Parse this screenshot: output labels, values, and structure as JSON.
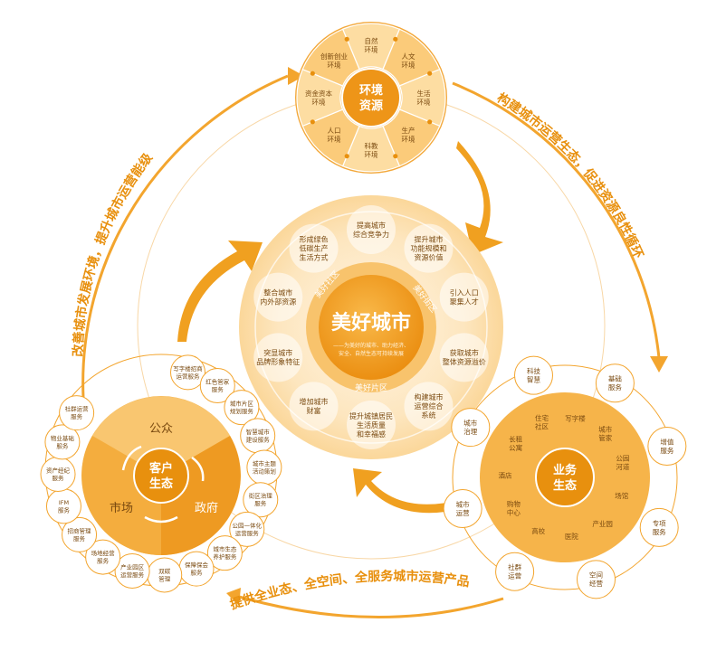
{
  "colors": {
    "accent": "#F0A020",
    "deep": "#E8900E",
    "mid": "#F6B850",
    "light": "#FBD79A",
    "pale": "#FDEBCB",
    "text": "#7A4A10",
    "arc": "#F3A52E"
  },
  "center": {
    "title": "美好城市",
    "subtitle_1": "——为美好的城市、助力经济、",
    "subtitle_2": "安全、自然生态可持续发展",
    "ring_labels": [
      "美好社区",
      "美好街区",
      "美好片区"
    ],
    "items": [
      {
        "lines": [
          "提高城市",
          "综合竞争力"
        ]
      },
      {
        "lines": [
          "提升城市",
          "功能规模和",
          "资源价值"
        ]
      },
      {
        "lines": [
          "引入人口",
          "聚集人才"
        ]
      },
      {
        "lines": [
          "获取城市",
          "整体资源溢价"
        ]
      },
      {
        "lines": [
          "构建城市",
          "运营综合",
          "系统"
        ]
      },
      {
        "lines": [
          "提升城镇居民",
          "生活质量",
          "和幸福感"
        ]
      },
      {
        "lines": [
          "增加城市",
          "财富"
        ]
      },
      {
        "lines": [
          "突显城市",
          "品牌形象特征"
        ]
      },
      {
        "lines": [
          "整合城市",
          "内外部资源"
        ]
      },
      {
        "lines": [
          "形成绿色",
          "低碳生产",
          "生活方式"
        ]
      }
    ]
  },
  "environment": {
    "title_1": "环境",
    "title_2": "资源",
    "items": [
      {
        "lines": [
          "自然",
          "环境"
        ]
      },
      {
        "lines": [
          "人文",
          "环境"
        ]
      },
      {
        "lines": [
          "生活",
          "环境"
        ]
      },
      {
        "lines": [
          "生产",
          "环境"
        ]
      },
      {
        "lines": [
          "科教",
          "环境"
        ]
      },
      {
        "lines": [
          "人口",
          "环境"
        ]
      },
      {
        "lines": [
          "资金资本",
          "环境"
        ]
      },
      {
        "lines": [
          "创新创业",
          "环境"
        ]
      }
    ]
  },
  "customer": {
    "title_1": "客户",
    "title_2": "生态",
    "sectors": [
      "公众",
      "政府",
      "市场"
    ],
    "items": [
      {
        "lines": [
          "写字楼招商",
          "运营服务"
        ]
      },
      {
        "lines": [
          "红色管家",
          "服务"
        ]
      },
      {
        "lines": [
          "城市片区",
          "规划服务"
        ]
      },
      {
        "lines": [
          "智慧城市",
          "建设服务"
        ]
      },
      {
        "lines": [
          "城市主题",
          "活动策划"
        ]
      },
      {
        "lines": [
          "街区治理",
          "服务"
        ]
      },
      {
        "lines": [
          "公园一体化",
          "运营服务"
        ]
      },
      {
        "lines": [
          "城市生态",
          "养护服务"
        ]
      },
      {
        "lines": [
          "保障保会",
          "服务"
        ]
      },
      {
        "lines": [
          "双碳",
          "管理"
        ]
      },
      {
        "lines": [
          "产业园区",
          "运营服务"
        ]
      },
      {
        "lines": [
          "场地经营",
          "服务"
        ]
      },
      {
        "lines": [
          "招商管理",
          "服务"
        ]
      },
      {
        "lines": [
          "IFM",
          "服务"
        ]
      },
      {
        "lines": [
          "资产经纪",
          "服务"
        ]
      },
      {
        "lines": [
          "物业基础",
          "服务"
        ]
      },
      {
        "lines": [
          "社群运营",
          "服务"
        ]
      }
    ]
  },
  "business": {
    "title_1": "业务",
    "title_2": "生态",
    "inner_items": [
      {
        "lines": [
          "写字楼"
        ]
      },
      {
        "lines": [
          "城市",
          "管家"
        ]
      },
      {
        "lines": [
          "公园",
          "河道"
        ]
      },
      {
        "lines": [
          "场馆"
        ]
      },
      {
        "lines": [
          "产业园"
        ]
      },
      {
        "lines": [
          "医院"
        ]
      },
      {
        "lines": [
          "高校"
        ]
      },
      {
        "lines": [
          "购物",
          "中心"
        ]
      },
      {
        "lines": [
          "酒店"
        ]
      },
      {
        "lines": [
          "长租",
          "公寓"
        ]
      },
      {
        "lines": [
          "住宅",
          "社区"
        ]
      }
    ],
    "outer_items": [
      {
        "lines": [
          "基础",
          "服务"
        ]
      },
      {
        "lines": [
          "增值",
          "服务"
        ]
      },
      {
        "lines": [
          "专项",
          "服务"
        ]
      },
      {
        "lines": [
          "空间",
          "经营"
        ]
      },
      {
        "lines": [
          "社群",
          "运营"
        ]
      },
      {
        "lines": [
          "城市",
          "运营"
        ]
      },
      {
        "lines": [
          "城市",
          "治理"
        ]
      },
      {
        "lines": [
          "科技",
          "智慧"
        ]
      }
    ]
  },
  "arc_labels": {
    "left": "改善城市发展环境，提升城市运营能级",
    "right": "构建城市运营生态，促进资源良性循环",
    "bottom": "提供全业态、全空间、全服务城市运营产品"
  }
}
